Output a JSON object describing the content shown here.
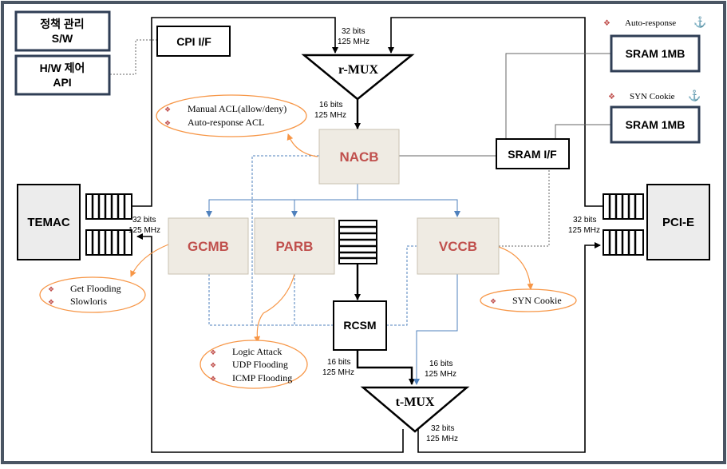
{
  "colors": {
    "frame": "#4a5563",
    "box_fill": "#efebe3",
    "box_text": "#c0504d",
    "blue_line": "#4f81bd",
    "orange": "#f79646",
    "bullet": "#c0504d",
    "dark_box_border": "#2f3e55",
    "temac_fill": "#ececec"
  },
  "software_box": {
    "line1": "정책 관리",
    "line2": "S/W"
  },
  "api_box": {
    "line1": "H/W 제어",
    "line2": "API"
  },
  "cpi_if": "CPI I/F",
  "temac": "TEMAC",
  "pcie": "PCI-E",
  "r_mux": "r-MUX",
  "t_mux": "t-MUX",
  "nacb": "NACB",
  "gcmb": "GCMB",
  "parb": "PARB",
  "vccb": "VCCB",
  "rcsm": "RCSM",
  "sram_if": "SRAM I/F",
  "sram_top": "SRAM 1MB",
  "sram_mid": "SRAM 1MB",
  "auto_response_label": "Auto-response",
  "syn_cookie_label": "SYN Cookie",
  "clock_labels": {
    "rmux_in": {
      "bits": "32 bits",
      "freq": "125 MHz"
    },
    "rmux_out": {
      "bits": "16 bits",
      "freq": "125 MHz"
    },
    "temac": {
      "bits": "32 bits",
      "freq": "125 MHz"
    },
    "pcie": {
      "bits": "32 bits",
      "freq": "125 MHz"
    },
    "rcsm_out": {
      "bits": "16 bits",
      "freq": "125 MHz"
    },
    "vccb_out": {
      "bits": "16 bits",
      "freq": "125 MHz"
    },
    "tmux_out": {
      "bits": "32 bits",
      "freq": "125 MHz"
    }
  },
  "acl_callout": [
    "Manual ACL(allow/deny)",
    "Auto-response ACL"
  ],
  "gcmb_callout": [
    "Get Flooding",
    "Slowloris"
  ],
  "parb_callout": [
    "Logic Attack",
    "UDP Flooding",
    "ICMP Flooding"
  ],
  "vccb_callout": [
    "SYN Cookie"
  ]
}
